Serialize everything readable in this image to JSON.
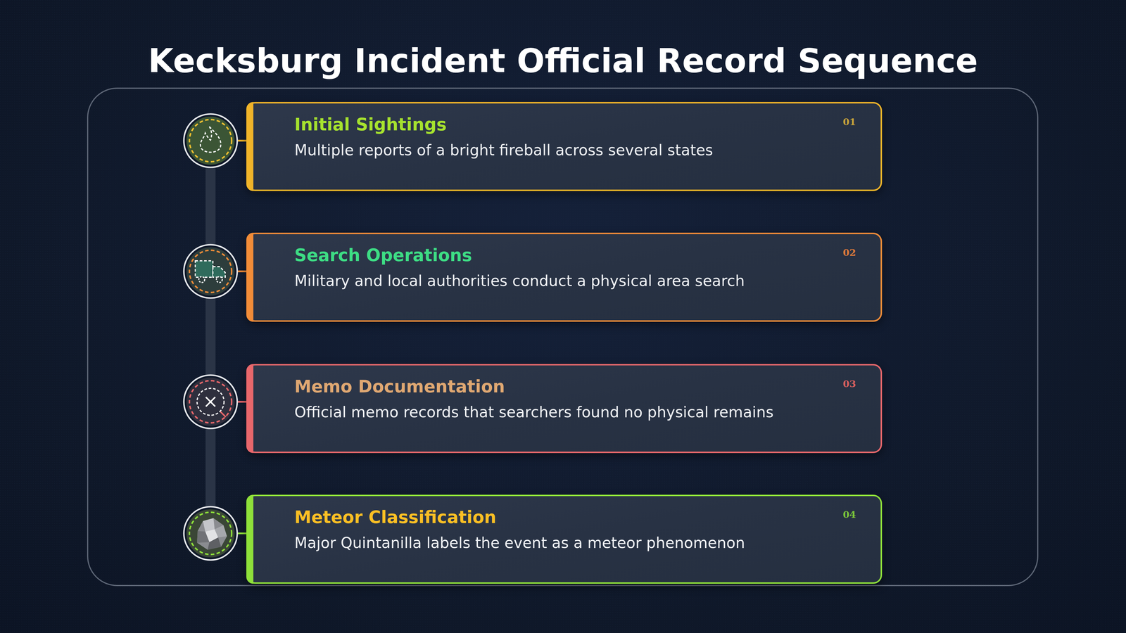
{
  "diagram": {
    "title": "Kecksburg Incident Official Record Sequence",
    "nodes": [
      {
        "text": [
          "Initial Sightings",
          "Multiple reports of a bright fireball across several states"
        ]
      },
      {
        "text": [
          "Search Operations",
          "Military and local authorities conduct a physical area search"
        ]
      },
      {
        "text": [
          "Memo Documentation",
          "Official memo records that searchers found no physical remains"
        ]
      },
      {
        "text": [
          "Meteor Classification",
          "Major Quintanilla labels the event as a meteor phenomenon"
        ]
      }
    ],
    "labels": [
      "01",
      "02",
      "03",
      "04"
    ]
  }
}
